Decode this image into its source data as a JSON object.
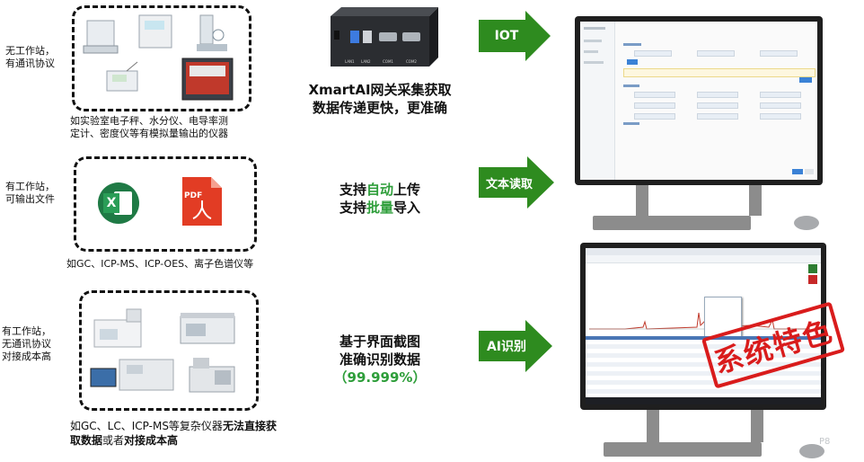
{
  "rows": [
    {
      "category_lines": [
        "无工作站，",
        "有通讯协议"
      ],
      "caption_lines": [
        "如实验室电子秤、水分仪、电导率测",
        "定计、密度仪等有模拟量输出的仪器"
      ],
      "middle_lines": [
        "XmartAI网关采集获取",
        "数据传递更快，更准确"
      ],
      "arrow_label": "IOT"
    },
    {
      "category_lines": [
        "有工作站，",
        "可输出文件"
      ],
      "caption": "如GC、ICP-MS、ICP-OES、离子色谱仪等",
      "middle_line1": {
        "prefix": "支持",
        "highlight": "自动",
        "suffix": "上传"
      },
      "middle_line2": {
        "prefix": "支持",
        "highlight": "批量",
        "suffix": "导入"
      },
      "arrow_label": "文本读取",
      "icons": [
        "X",
        "PDF"
      ]
    },
    {
      "category_lines": [
        "有工作站，",
        "无通讯协议",
        "对接成本高"
      ],
      "caption_line1": {
        "normal": "如GC、LC、ICP-MS等复杂仪器",
        "bold": "无法直接获"
      },
      "caption_line2": {
        "bold1": "取数据",
        "normal": "或者",
        "bold2": "对接成本高"
      },
      "middle_lines": [
        "基于界面截图",
        "准确识别数据"
      ],
      "middle_percent": "（99.999%）",
      "arrow_label": "AI识别"
    }
  ],
  "device_ports": [
    "LAN1",
    "LAN2",
    "COM1",
    "COM2"
  ],
  "stamp": "系统特色",
  "page_num": "P8",
  "colors": {
    "arrow_green": "#2e8b1f",
    "accent_green": "#2e9e3a",
    "stamp_red": "#d91c1c"
  }
}
